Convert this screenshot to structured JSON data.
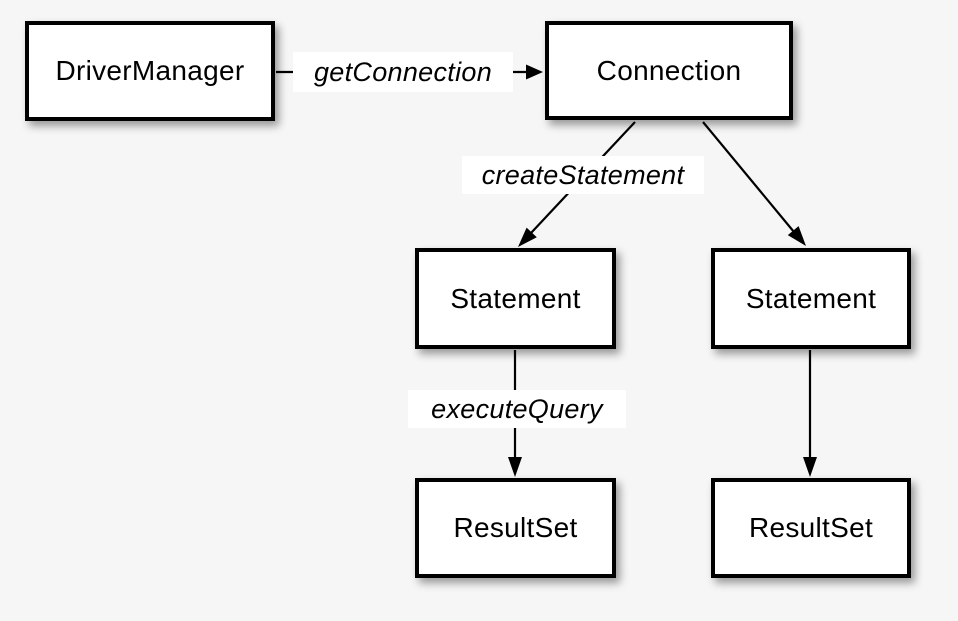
{
  "diagram": {
    "description": "JDBC object creation flow diagram",
    "colors": {
      "background": "#f6f6f6",
      "box_fill": "#ffffff",
      "box_border": "#000000",
      "line": "#000000",
      "label_background": "#ffffff",
      "text": "#000000"
    },
    "nodes": {
      "driver_manager": {
        "label": "DriverManager"
      },
      "connection": {
        "label": "Connection"
      },
      "statement_left": {
        "label": "Statement"
      },
      "statement_right": {
        "label": "Statement"
      },
      "resultset_left": {
        "label": "ResultSet"
      },
      "resultset_right": {
        "label": "ResultSet"
      }
    },
    "edges": {
      "get_connection": {
        "label": "getConnection",
        "from": "DriverManager",
        "to": "Connection"
      },
      "create_statement": {
        "label": "createStatement",
        "from": "Connection",
        "to": "Statement (left)"
      },
      "connection_to_statement_right": {
        "label": "",
        "from": "Connection",
        "to": "Statement (right)"
      },
      "execute_query": {
        "label": "executeQuery",
        "from": "Statement (left)",
        "to": "ResultSet (left)"
      },
      "statement_right_to_resultset_right": {
        "label": "",
        "from": "Statement (right)",
        "to": "ResultSet (right)"
      }
    }
  }
}
